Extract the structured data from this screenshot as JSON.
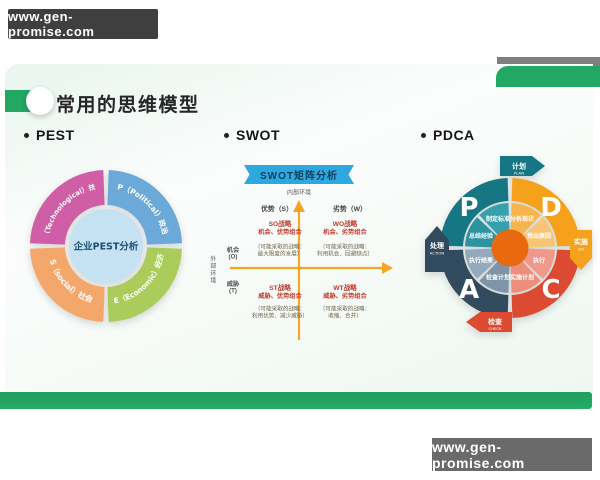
{
  "badges": {
    "top": "www.gen-promise.com",
    "bottom": "www.gen-promise.com"
  },
  "title": "常用的思维模型",
  "accent_color": "#23a863",
  "bullets": [
    {
      "label": "PEST"
    },
    {
      "label": "SWOT"
    },
    {
      "label": "PDCA"
    }
  ],
  "pest": {
    "center_label": "企业PEST分析",
    "center_color": "#c5e2f2",
    "segments": [
      {
        "id": "political",
        "label": "P（Political）政治",
        "color": "#6ba9d9"
      },
      {
        "id": "economic",
        "label": "E（Economic）经济",
        "color": "#a9cc5b"
      },
      {
        "id": "social",
        "label": "S（social）社会",
        "color": "#f4a76b"
      },
      {
        "id": "technological",
        "label": "T（Technological）技术",
        "color": "#cf5ea6"
      }
    ]
  },
  "swot": {
    "banner": "SWOT矩阵分析",
    "banner_color": "#2fa7df",
    "axis_color": "#f5a623",
    "internal_env": "内部环境",
    "external_env": "外部环境",
    "col_strength": "优势（S）",
    "col_weakness": "劣势（W）",
    "row_opportunity": "机会",
    "row_opportunity_code": "(O)",
    "row_threat": "威胁",
    "row_threat_code": "(T)",
    "quadrants": [
      {
        "name": "SO",
        "strategy": "SO战略",
        "combo": "机会、优势组合",
        "note_line1": "（可能采取的战略：",
        "note_line2": "最大限度的发展）"
      },
      {
        "name": "WO",
        "strategy": "WO战略",
        "combo": "机会、劣势组合",
        "note_line1": "（可能采取的战略：",
        "note_line2": "利用机会、回避缺点）"
      },
      {
        "name": "ST",
        "strategy": "ST战略",
        "combo": "威胁、优势组合",
        "note_line1": "（可能采取的战略：",
        "note_line2": "利用优势、减少威胁）"
      },
      {
        "name": "WT",
        "strategy": "WT战略",
        "combo": "威胁、劣势组合",
        "note_line1": "（可能采取的战略：",
        "note_line2": "收缩、合并）"
      }
    ]
  },
  "pdca": {
    "center_color": "#e8690f",
    "quadrants": [
      {
        "letter": "P",
        "color": "#177683"
      },
      {
        "letter": "D",
        "color": "#f6a11c"
      },
      {
        "letter": "C",
        "color": "#dc4b31"
      },
      {
        "letter": "A",
        "color": "#324a5e"
      }
    ],
    "inner_segments": [
      {
        "label": "分析现状",
        "color": "#f7b44d"
      },
      {
        "label": "找出原因",
        "color": "#f9c575"
      },
      {
        "label": "执行",
        "color": "#f0998b"
      },
      {
        "label": "实施计划",
        "color": "#ee8d7c"
      },
      {
        "label": "检查计划",
        "color": "#7d94a9"
      },
      {
        "label": "执行结果",
        "color": "#93a9bd"
      },
      {
        "label": "总结经验",
        "color": "#2d93a1"
      },
      {
        "label": "制定标准",
        "color": "#37a0ad"
      }
    ],
    "arrows": [
      {
        "zh": "计划",
        "en": "PLAN",
        "color": "#177683"
      },
      {
        "zh": "实施",
        "en": "DO",
        "color": "#f6a11c"
      },
      {
        "zh": "检查",
        "en": "CHECK",
        "color": "#dc4b31"
      },
      {
        "zh": "处理",
        "en": "ACTION",
        "color": "#324a5e"
      }
    ]
  }
}
